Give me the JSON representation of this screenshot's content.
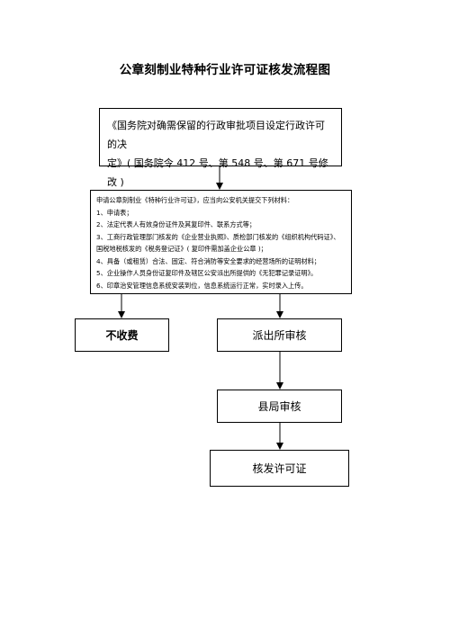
{
  "title": "公章刻制业特种行业许可证核发流程图",
  "basis": {
    "line1": "《国务院对确需保留的行政审批项目设定行政许可的决",
    "line2": "定》( 国务院令 412 号、第 548 号、第 671 号修改 )"
  },
  "materials": {
    "lines": [
      "申请公章刻制业《特种行业许可证》，应当向公安机关提交下列材料：",
      "1、申请表；",
      "2、法定代表人有效身份证件及其复印件、联系方式等；",
      "3、工商行政管理部门核发的《企业营业执照》、质检部门核发的《组织机构代码证》、",
      "国税地税核发的《税务登记证》( 复印件需加盖企业公章 )；",
      "4、具备（或租赁）合法、固定、符合消防等安全要求的经营场所的证明材料；",
      "5、企业操作人员身份证复印件及辖区公安派出所提供的《无犯罪记录证明》。",
      "6、印章治安管理信息系统安装到位，信息系统运行正常，实时录入上传。"
    ]
  },
  "nodes": {
    "no_fee": "不收费",
    "station_review": "派出所审核",
    "county_review": "县局审核",
    "issue_permit": "核发许可证"
  }
}
